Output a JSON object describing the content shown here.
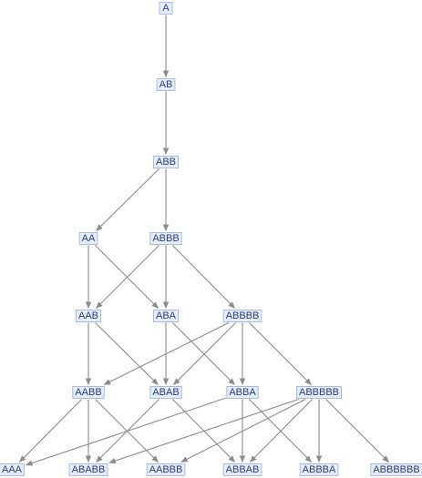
{
  "graph": {
    "nodes": [
      {
        "id": "A",
        "label": "A"
      },
      {
        "id": "AB",
        "label": "AB"
      },
      {
        "id": "ABB",
        "label": "ABB"
      },
      {
        "id": "AA",
        "label": "AA"
      },
      {
        "id": "ABBB",
        "label": "ABBB"
      },
      {
        "id": "AAB",
        "label": "AAB"
      },
      {
        "id": "ABA",
        "label": "ABA"
      },
      {
        "id": "ABBBB",
        "label": "ABBBB"
      },
      {
        "id": "AABB",
        "label": "AABB"
      },
      {
        "id": "ABAB",
        "label": "ABAB"
      },
      {
        "id": "ABBA",
        "label": "ABBA"
      },
      {
        "id": "ABBBBB",
        "label": "ABBBBB"
      },
      {
        "id": "AAA",
        "label": "AAA"
      },
      {
        "id": "ABABB",
        "label": "ABABB"
      },
      {
        "id": "AABBB",
        "label": "AABBB"
      },
      {
        "id": "ABBAB",
        "label": "ABBAB"
      },
      {
        "id": "ABBBA",
        "label": "ABBBA"
      },
      {
        "id": "ABBBBBB",
        "label": "ABBBBBB"
      }
    ],
    "edges": [
      [
        "A",
        "AB"
      ],
      [
        "AB",
        "ABB"
      ],
      [
        "ABB",
        "AA"
      ],
      [
        "ABB",
        "ABBB"
      ],
      [
        "AA",
        "AAB"
      ],
      [
        "AA",
        "ABA"
      ],
      [
        "ABBB",
        "AAB"
      ],
      [
        "ABBB",
        "ABA"
      ],
      [
        "ABBB",
        "ABBBB"
      ],
      [
        "AAB",
        "AABB"
      ],
      [
        "AAB",
        "ABAB"
      ],
      [
        "ABA",
        "ABAB"
      ],
      [
        "ABA",
        "ABBA"
      ],
      [
        "ABBBB",
        "AABB"
      ],
      [
        "ABBBB",
        "ABAB"
      ],
      [
        "ABBBB",
        "ABBA"
      ],
      [
        "ABBBB",
        "ABBBBB"
      ],
      [
        "AABB",
        "AAA"
      ],
      [
        "AABB",
        "ABABB"
      ],
      [
        "AABB",
        "AABBB"
      ],
      [
        "ABAB",
        "ABABB"
      ],
      [
        "ABAB",
        "ABBAB"
      ],
      [
        "ABBA",
        "AAA"
      ],
      [
        "ABBA",
        "ABBAB"
      ],
      [
        "ABBA",
        "ABBBA"
      ],
      [
        "ABBBBB",
        "ABABB"
      ],
      [
        "ABBBBB",
        "AABBB"
      ],
      [
        "ABBBBB",
        "ABBAB"
      ],
      [
        "ABBBBB",
        "ABBBA"
      ],
      [
        "ABBBBB",
        "ABBBBBB"
      ]
    ]
  }
}
